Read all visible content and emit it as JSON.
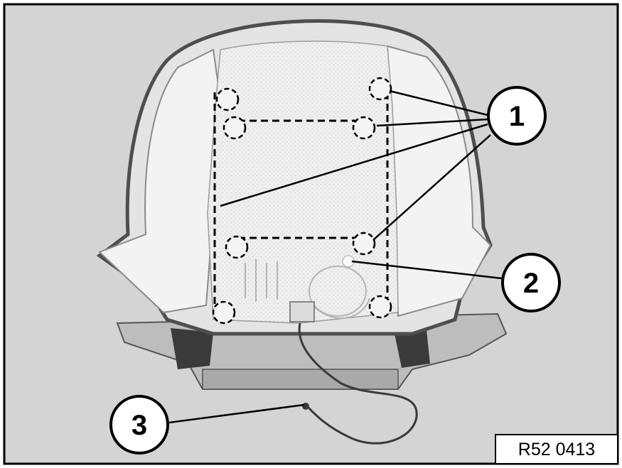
{
  "figure": {
    "reference_code": "R52 0413",
    "callouts": [
      {
        "id": "1",
        "label": "1"
      },
      {
        "id": "2",
        "label": "2"
      },
      {
        "id": "3",
        "label": "3"
      }
    ],
    "colors": {
      "background": "#d4d4d4",
      "cover": "#f1f1f1",
      "outline": "#4e4e4e",
      "dark_part": "#3a3a3a",
      "ink": "#000000"
    }
  }
}
